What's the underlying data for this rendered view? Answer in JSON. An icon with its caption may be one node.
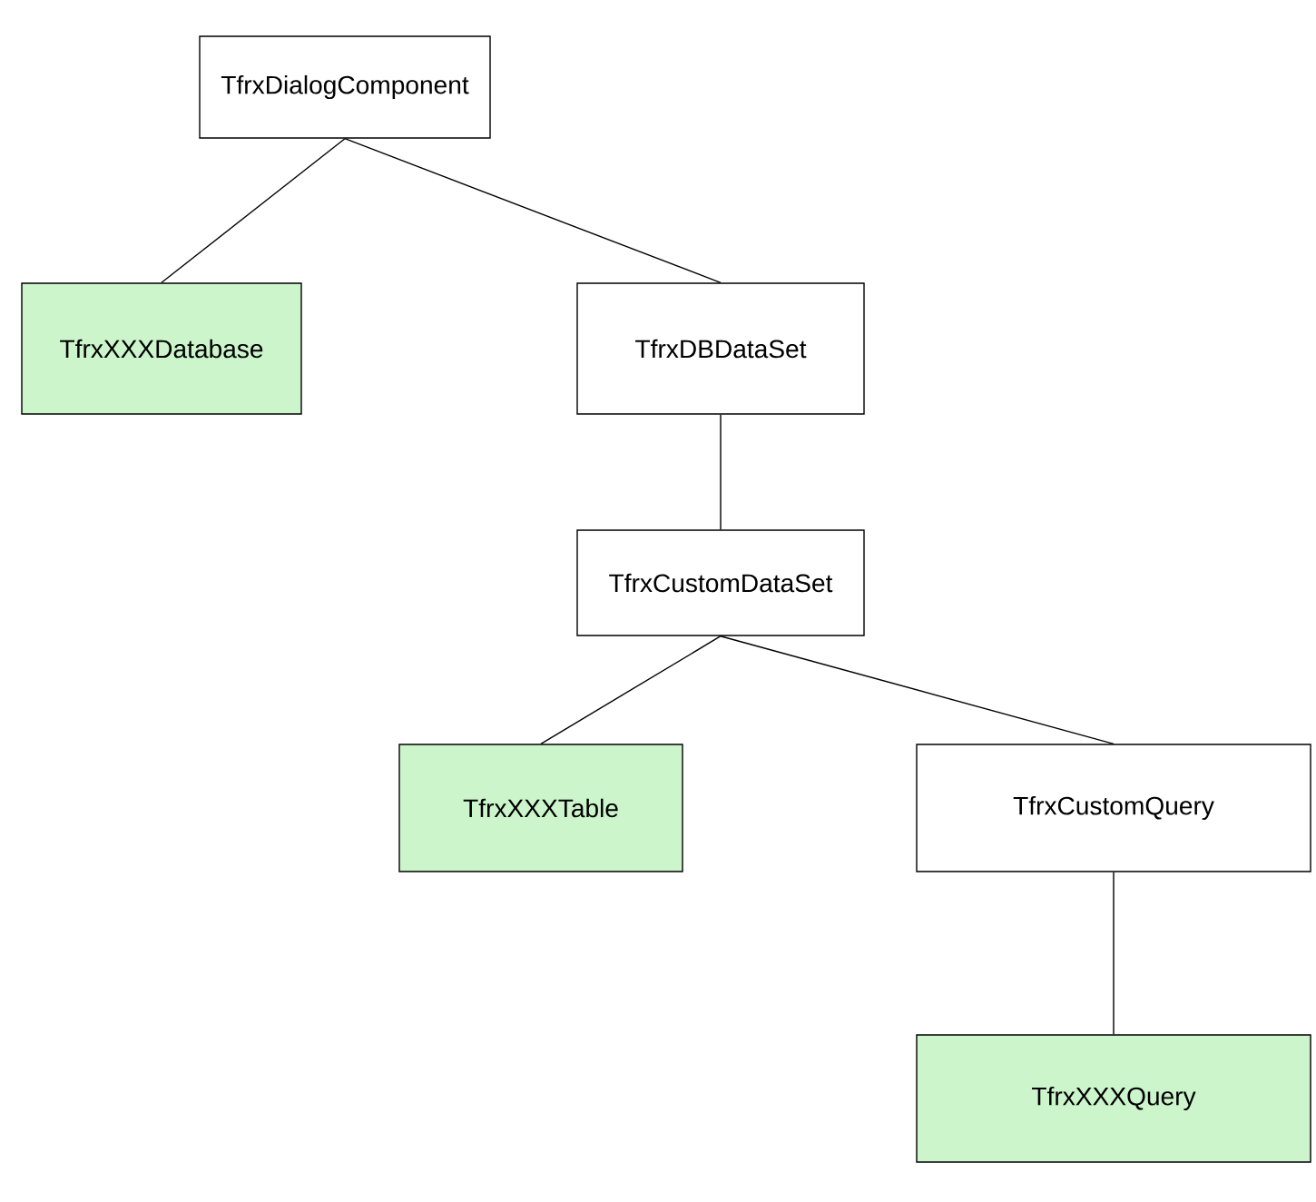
{
  "diagram": {
    "nodes": [
      {
        "text": [
          "TfrxDialogComponent"
        ]
      },
      {
        "text": [
          "TfrxXXXDatabase"
        ]
      },
      {
        "text": [
          "TfrxDBDataSet"
        ]
      },
      {
        "text": [
          "TfrxCustomDataSet"
        ]
      },
      {
        "text": [
          "TfrxXXXTable"
        ]
      },
      {
        "text": [
          "TfrxCustomQuery"
        ]
      },
      {
        "text": [
          "TfrxXXXQuery"
        ]
      }
    ],
    "edges": [
      {
        "from": 0,
        "to": 1,
        "arrow": "none"
      },
      {
        "from": 0,
        "to": 2,
        "arrow": "none"
      },
      {
        "from": 2,
        "to": 3,
        "arrow": "none"
      },
      {
        "from": 3,
        "to": 4,
        "arrow": "none"
      },
      {
        "from": 3,
        "to": 5,
        "arrow": "none"
      },
      {
        "from": 5,
        "to": 6,
        "arrow": "none"
      }
    ]
  }
}
